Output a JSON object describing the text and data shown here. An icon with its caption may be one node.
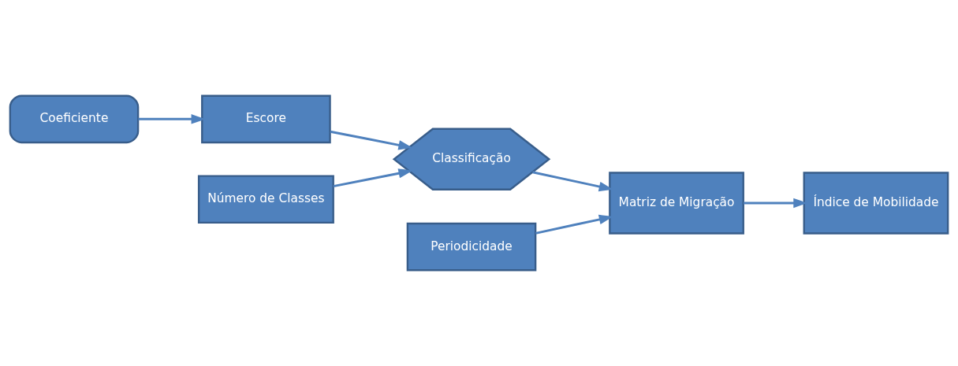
{
  "diagram": {
    "nodes": [
      {
        "text": [
          "Coeficiente"
        ]
      },
      {
        "text": [
          "Escore"
        ]
      },
      {
        "text": [
          "Número de Classes"
        ]
      },
      {
        "text": [
          "Classificação"
        ]
      },
      {
        "text": [
          "Matriz de Migração"
        ]
      },
      {
        "text": [
          "Periodicidade"
        ]
      },
      {
        "text": [
          "Índice de Mobilidade"
        ]
      }
    ],
    "edges": [
      {
        "from": 0,
        "to": 1,
        "arrow": "to"
      },
      {
        "from": 1,
        "to": 3,
        "arrow": "to"
      },
      {
        "from": 2,
        "to": 3,
        "arrow": "to"
      },
      {
        "from": 3,
        "to": 4,
        "arrow": "to"
      },
      {
        "from": 5,
        "to": 4,
        "arrow": "to"
      },
      {
        "from": 4,
        "to": 6,
        "arrow": "to"
      }
    ]
  }
}
